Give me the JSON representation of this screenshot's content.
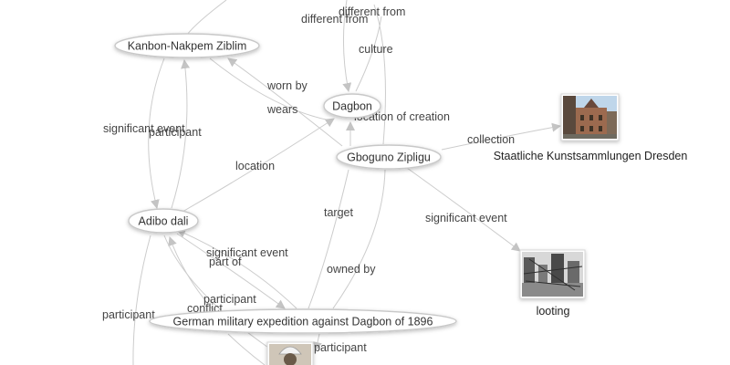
{
  "graph": {
    "nodes": {
      "kanbon": "Kanbon-Nakpem Ziblim",
      "dagbon": "Dagbon",
      "gboguno": "Gboguno Zipligu",
      "adibo": "Adibo dali",
      "german": "German military expedition against Dagbon of 1896"
    },
    "image_nodes": {
      "dresden": "Staatliche Kunstsammlungen Dresden",
      "looting": "looting"
    },
    "edge_labels": {
      "different_from_1": "different from",
      "different_from_2": "different from",
      "culture": "culture",
      "worn_by": "worn by",
      "wears": "wears",
      "location_of_creation": "location of creation",
      "significant_event_1": "significant event",
      "participant_1": "participant",
      "location": "location",
      "collection": "collection",
      "target": "target",
      "significant_event_2": "significant event",
      "significant_event_3": "significant event",
      "part_of": "part of",
      "owned_by": "owned by",
      "participant_2": "participant",
      "conflict": "conflict",
      "participant_3": "participant",
      "participant_4": "participant"
    }
  }
}
